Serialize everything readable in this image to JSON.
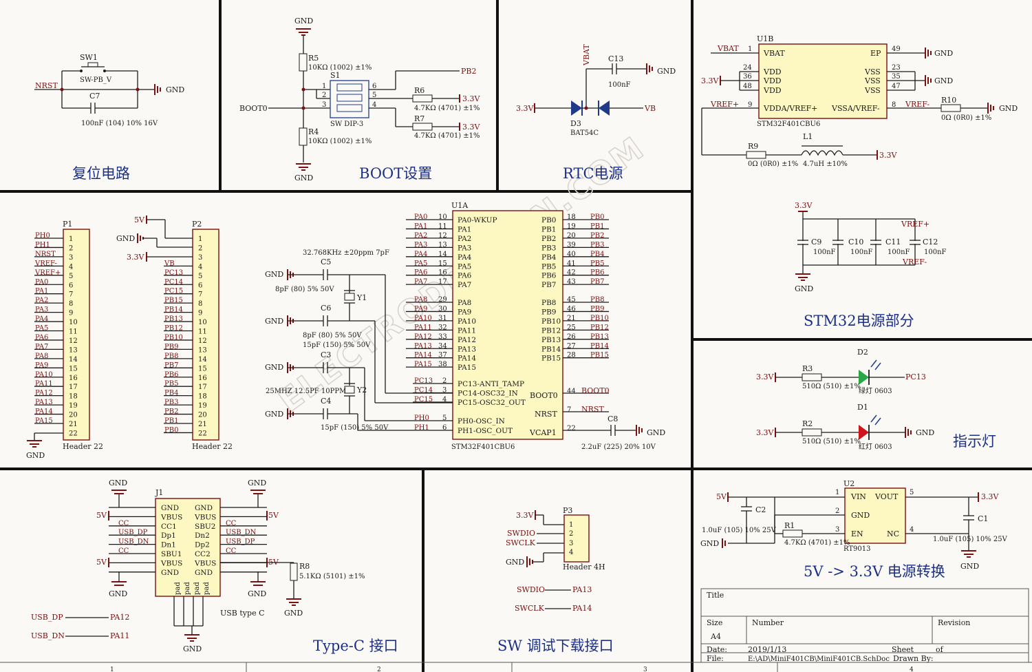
{
  "sections": {
    "reset": "复位电路",
    "boot": "BOOT设置",
    "rtc": "RTC电源",
    "power": "STM32电源部分",
    "indicator": "指示灯",
    "typec": "Type-C 接口",
    "sw": "SW 调试下载接口",
    "ldo": "5V -> 3.3V 电源转换"
  },
  "watermark": "ELECTRODRAGON.COM",
  "reset": {
    "net": "NRST",
    "sw_ref": "SW1",
    "sw_val": "SW-PB_V",
    "cap_ref": "C7",
    "cap_val": "100nF (104) 10% 16V",
    "gnd": "GND"
  },
  "boot": {
    "gnd_top": "GND",
    "gnd_bot": "GND",
    "r5": "R5",
    "r5_val": "10KΩ (1002) ±1%",
    "r4": "R4",
    "r4_val": "10KΩ (1002) ±1%",
    "s1": "S1",
    "s1_val": "SW DIP-3",
    "boot0": "BOOT0",
    "pb2": "PB2",
    "r6": "R6",
    "r6_val": "4.7KΩ (4701) ±1%",
    "r7": "R7",
    "r7_val": "4.7KΩ (4701) ±1%",
    "v33a": "3.3V",
    "v33b": "3.3V",
    "p1": "1",
    "p2": "2",
    "p3": "3",
    "p4": "4",
    "p5": "5",
    "p6": "6"
  },
  "rtc": {
    "vbat": "VBAT",
    "c13": "C13",
    "c13_val": "100nF",
    "gnd": "GND",
    "v33": "3.3V",
    "vb": "VB",
    "d3": "D3",
    "d3_val": "BAT54C"
  },
  "u1b": {
    "ref": "U1B",
    "part": "STM32F401CBU6",
    "vbat_net": "VBAT",
    "vbat_pin": "1",
    "vbat": "VBAT",
    "ep": "EP",
    "ep_pin": "49",
    "gnd1": "GND",
    "v33": "3.3V",
    "vdd": "VDD",
    "vss": "VSS",
    "p24": "24",
    "p36": "36",
    "p48": "48",
    "p23": "23",
    "p35": "35",
    "p47": "47",
    "gnd2": "GND",
    "vrefp_net": "VREF+",
    "vrefp_pin": "9",
    "vdda": "VDDA/VREF+",
    "vssa": "VSSA/VREF-",
    "vrefm_pin": "8",
    "vrefm_net": "VREF-",
    "r10": "R10",
    "r10_val": "0Ω (0R0) ±1%",
    "gnd3": "GND",
    "r9": "R9",
    "r9_val": "0Ω (0R0) ±1%",
    "l1": "L1",
    "l1_val": "4.7uH ±10%",
    "v33b": "3.3V"
  },
  "decap": {
    "v33": "3.3V",
    "gnd": "GND",
    "c9": "C9",
    "c10": "C10",
    "c11": "C11",
    "c12": "C12",
    "val": "100nF",
    "vrefp": "VREF+",
    "vrefm": "VREF-"
  },
  "p1": {
    "ref": "P1",
    "name": "Header 22",
    "gnd": "GND",
    "nets": [
      "PH0",
      "PH1",
      "NRST",
      "VREF-",
      "VREF+",
      "PA0",
      "PA1",
      "PA2",
      "PA3",
      "PA4",
      "PA5",
      "PA6",
      "PA7",
      "PA8",
      "PA9",
      "PA10",
      "PA11",
      "PA12",
      "PA13",
      "PA14",
      "PA15",
      ""
    ],
    "pins": [
      "1",
      "2",
      "3",
      "4",
      "5",
      "6",
      "7",
      "8",
      "9",
      "10",
      "11",
      "12",
      "13",
      "14",
      "15",
      "16",
      "17",
      "18",
      "19",
      "20",
      "21",
      "22"
    ]
  },
  "p2": {
    "ref": "P2",
    "name": "Header 22",
    "v5": "5V",
    "gnd": "GND",
    "v33": "3.3V",
    "nets": [
      "",
      "",
      "",
      "VB",
      "PC13",
      "PC14",
      "PC15",
      "PB15",
      "PB14",
      "PB13",
      "PB12",
      "PB10",
      "PB9",
      "PB8",
      "PB7",
      "PB6",
      "PB5",
      "PB4",
      "PB3",
      "PB2",
      "PB1",
      "PB0"
    ],
    "pins": [
      "1",
      "2",
      "3",
      "4",
      "5",
      "6",
      "7",
      "8",
      "9",
      "10",
      "11",
      "12",
      "13",
      "14",
      "15",
      "16",
      "17",
      "18",
      "19",
      "20",
      "21",
      "22"
    ]
  },
  "u1a": {
    "ref": "U1A",
    "part": "STM32F401CBU6",
    "left_nets": [
      "PA0",
      "PA1",
      "PA2",
      "PA3",
      "PA4",
      "PA5",
      "PA6",
      "PA7",
      "PA8",
      "PA9",
      "PA10",
      "PA11",
      "PA12",
      "PA13",
      "PA14",
      "PA15"
    ],
    "left_pins": [
      "10",
      "11",
      "12",
      "13",
      "14",
      "15",
      "16",
      "17",
      "29",
      "30",
      "31",
      "32",
      "33",
      "34",
      "37",
      "38"
    ],
    "left_names": [
      "PA0-WKUP",
      "PA1",
      "PA2",
      "PA3",
      "PA4",
      "PA5",
      "PA6",
      "PA7",
      "PA8",
      "PA9",
      "PA10",
      "PA11",
      "PA12",
      "PA13",
      "PA14",
      "PA15"
    ],
    "right_nets": [
      "PB0",
      "PB1",
      "PB2",
      "PB3",
      "PB4",
      "PB5",
      "PB6",
      "PB7",
      "PB8",
      "PB9",
      "PB10",
      "PB12",
      "PB13",
      "PB14",
      "PB15"
    ],
    "right_pins": [
      "18",
      "19",
      "20",
      "39",
      "40",
      "41",
      "42",
      "43",
      "45",
      "46",
      "21",
      "25",
      "26",
      "27",
      "28"
    ],
    "right_names": [
      "PB0",
      "PB1",
      "PB2",
      "PB3",
      "PB4",
      "PB5",
      "PB6",
      "PB7",
      "PB8",
      "PB9",
      "PB10",
      "PB12",
      "PB13",
      "PB14",
      "PB15"
    ],
    "pc_nets": [
      "PC13",
      "PC14",
      "PC15"
    ],
    "pc_pins": [
      "2",
      "3",
      "4"
    ],
    "pc_names": [
      "PC13-ANTI_TAMP",
      "PC14-OSC32_IN",
      "PC15-OSC32_OUT"
    ],
    "ph_nets": [
      "PH0",
      "PH1"
    ],
    "ph_pins": [
      "5",
      "6"
    ],
    "ph_names": [
      "PH0-OSC_IN",
      "PH1-OSC_OUT"
    ],
    "boot0": "BOOT0",
    "boot0_pin": "44",
    "boot0_net": "BOOT0",
    "nrst": "NRST",
    "nrst_pin": "7",
    "nrst_net": "NRST",
    "vcap": "VCAP1",
    "vcap_pin": "22",
    "c8": "C8",
    "c8_val": "2.2uF (225) 20% 10V",
    "gnd": "GND"
  },
  "osc": {
    "xtal32": "32.768KHz ±20ppm 7pF",
    "c5": "C5",
    "c5_val": "8pF (80) 5% 50V",
    "y1": "Y1",
    "c6": "C6",
    "c6_val": "8pF (80) 5% 50V",
    "c6_val2": "15pF (150) 5% 50V",
    "c3": "C3",
    "y2": "Y2",
    "xtal25": "25MHZ 12.5PF 10PPM",
    "c4": "C4",
    "c4_val": "15pF (150) 5% 50V",
    "gnd": "GND"
  },
  "leds": {
    "v33": "3.3V",
    "r3": "R3",
    "r3_val": "510Ω (510) ±1%",
    "d2": "D2",
    "d2_val": "绿灯 0603",
    "pc13": "PC13",
    "r2": "R2",
    "r2_val": "510Ω (510) ±1%",
    "d1": "D1",
    "d1_val": "红灯 0603",
    "gnd": "GND"
  },
  "typec": {
    "ref": "J1",
    "name": "USB type C",
    "gnd": "GND",
    "v5": "5V",
    "lnames": [
      "GND",
      "VBUS",
      "CC1",
      "Dp1",
      "Dn1",
      "SBU1",
      "VBUS",
      "GND"
    ],
    "rnames": [
      "GND",
      "VBUS",
      "SBU2",
      "Dn2",
      "Dp2",
      "CC2",
      "VBUS",
      "GND"
    ],
    "lnets": [
      "",
      "5V",
      "CC",
      "USB_DP",
      "USB_DN",
      "CC",
      "5V",
      ""
    ],
    "rnets": [
      "",
      "5V",
      "CC",
      "USB_DN",
      "USB_DP",
      "CC",
      "5V",
      ""
    ],
    "pad": "pad",
    "r8": "R8",
    "r8_val": "5.1KΩ (5101) ±1%",
    "usb_dp": "USB_DP",
    "usb_dn": "USB_DN",
    "pa12": "PA12",
    "pa11": "PA11"
  },
  "swd": {
    "ref": "P3",
    "name": "Header 4H",
    "v33": "3.3V",
    "swdio": "SWDIO",
    "swclk": "SWCLK",
    "gnd": "GND",
    "pins": [
      "1",
      "2",
      "3",
      "4"
    ],
    "pa13": "PA13",
    "pa14": "PA14"
  },
  "ldo": {
    "ref": "U2",
    "part": "RT9013",
    "v5": "5V",
    "v33": "3.3V",
    "vin": "VIN",
    "vout": "VOUT",
    "gnd_pin": "GND",
    "en": "EN",
    "nc": "NC",
    "p1": "1",
    "p2": "2",
    "p3": "3",
    "p4": "4",
    "p5": "5",
    "c2": "C2",
    "c2_val": "1.0uF (105) 10% 25V",
    "c1": "C1",
    "c1_val": "1.0uF (105) 10% 25V",
    "r1": "R1",
    "r1_val": "4.7KΩ (4701) ±1%",
    "gnd": "GND"
  },
  "titleblock": {
    "title": "Title",
    "size": "Size",
    "size_val": "A4",
    "number": "Number",
    "revision": "Revision",
    "date": "Date:",
    "date_val": "2019/1/13",
    "sheet": "Sheet",
    "of": "of",
    "file": "File:",
    "file_val": "E:\\AD\\MiniF401CB\\MiniF401CB.SchDoc",
    "drawn": "Drawn By:"
  },
  "ruler": [
    "1",
    "2",
    "3",
    "4"
  ]
}
